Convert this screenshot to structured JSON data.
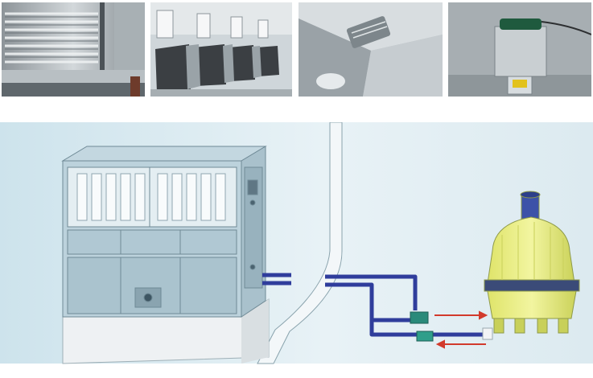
{
  "thumbnails": [
    {
      "subject": "evaporator-plates"
    },
    {
      "subject": "ice-chutes"
    },
    {
      "subject": "ice-bin-corner"
    },
    {
      "subject": "water-tank-sensor"
    }
  ],
  "illustration": {
    "subject": "ice-machine-cooling-tower-diagram",
    "colors": {
      "background": "#dcecf3",
      "pipe": "#2f3d9c",
      "tower": "#ecf07a",
      "band": "#3b4b78",
      "arrow": "#d23a2c",
      "machine_frame": "#7c9aa7",
      "base": "#eef1f3"
    }
  }
}
